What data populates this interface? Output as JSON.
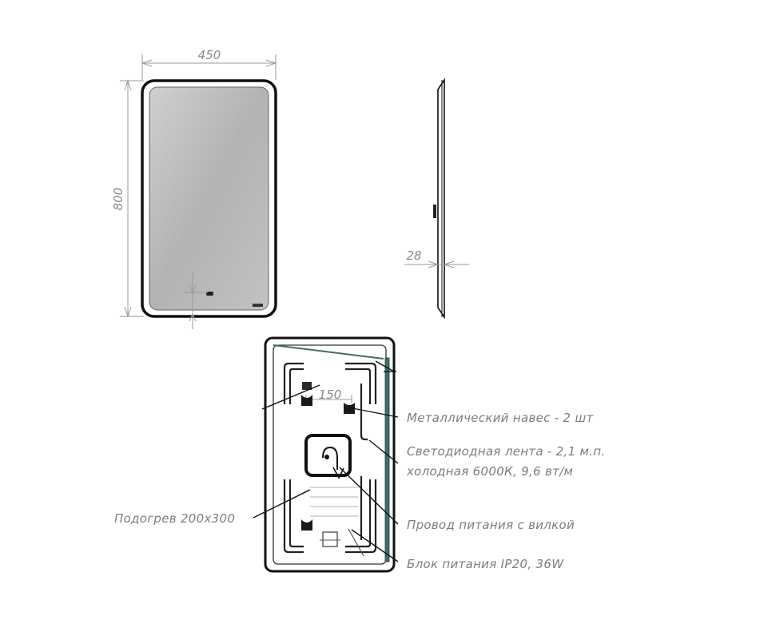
{
  "dimensions": {
    "width": "450",
    "height": "800",
    "depth": "28",
    "hanger_spacing": "150"
  },
  "callouts": {
    "metal_hanger": "Металлический навес - 2 шт",
    "led_strip_line1": "Светодиодная лента - 2,1 м.п.",
    "led_strip_line2": "холодная 6000К, 9,6 вт/м",
    "power_cord": "Провод питания с вилкой",
    "power_supply": "Блок питания IP20, 36W",
    "heater": "Подогрев 200х300"
  },
  "colors": {
    "outline": "#111111",
    "glass": "#b5b5b5",
    "led_strip": "#3f6f6a",
    "dimension_text": "#8a8a8a"
  }
}
